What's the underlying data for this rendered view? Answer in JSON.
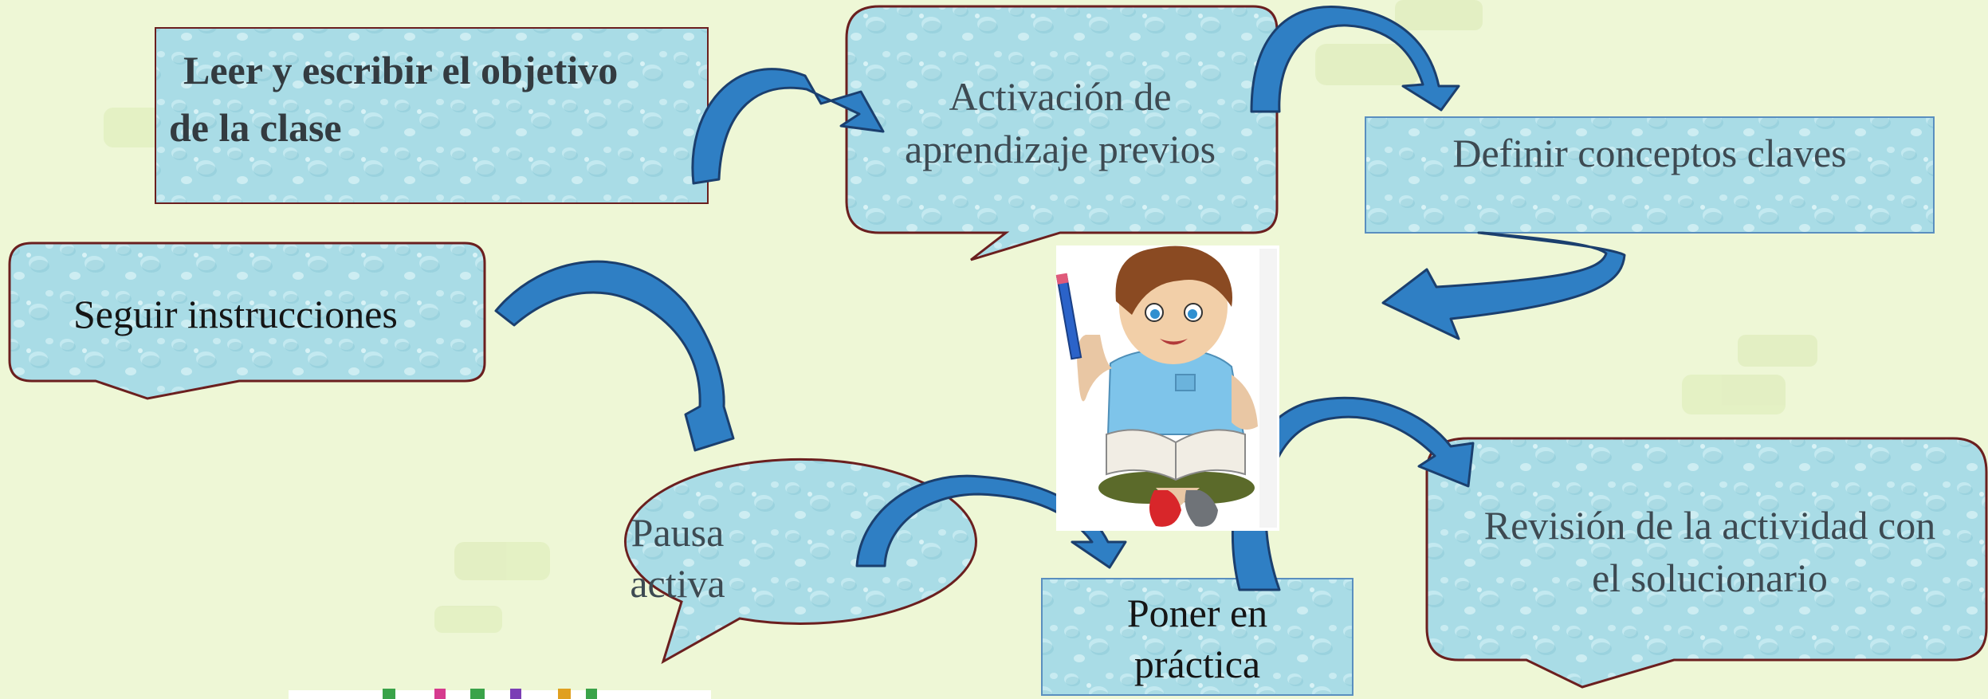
{
  "diagram": {
    "colors": {
      "background": "#eef7d6",
      "box_fill": "#a9dce6",
      "box_border": "#6b1f1f",
      "arrow_fill": "#2f7fc4",
      "arrow_outline": "#1b3f6e"
    },
    "steps": [
      {
        "id": "step-objetivo",
        "shape": "rectangle",
        "lines": [
          "Leer y escribir el objetivo",
          "de la clase"
        ]
      },
      {
        "id": "step-activacion",
        "shape": "speech-rounded",
        "lines": [
          "Activación de",
          "aprendizaje previos"
        ]
      },
      {
        "id": "step-conceptos",
        "shape": "rectangle",
        "lines": [
          "Definir conceptos claves"
        ]
      },
      {
        "id": "step-instrucciones",
        "shape": "speech-rounded",
        "lines": [
          "Seguir instrucciones"
        ]
      },
      {
        "id": "step-pausa",
        "shape": "speech-oval",
        "lines": [
          "Pausa",
          "activa"
        ]
      },
      {
        "id": "step-practica",
        "shape": "rectangle",
        "lines": [
          "Poner en",
          "práctica"
        ]
      },
      {
        "id": "step-revision",
        "shape": "speech-rounded",
        "lines": [
          "Revisión de la actividad con",
          "el solucionario"
        ]
      }
    ],
    "illustration": "boy-reading-book-with-pencil"
  }
}
